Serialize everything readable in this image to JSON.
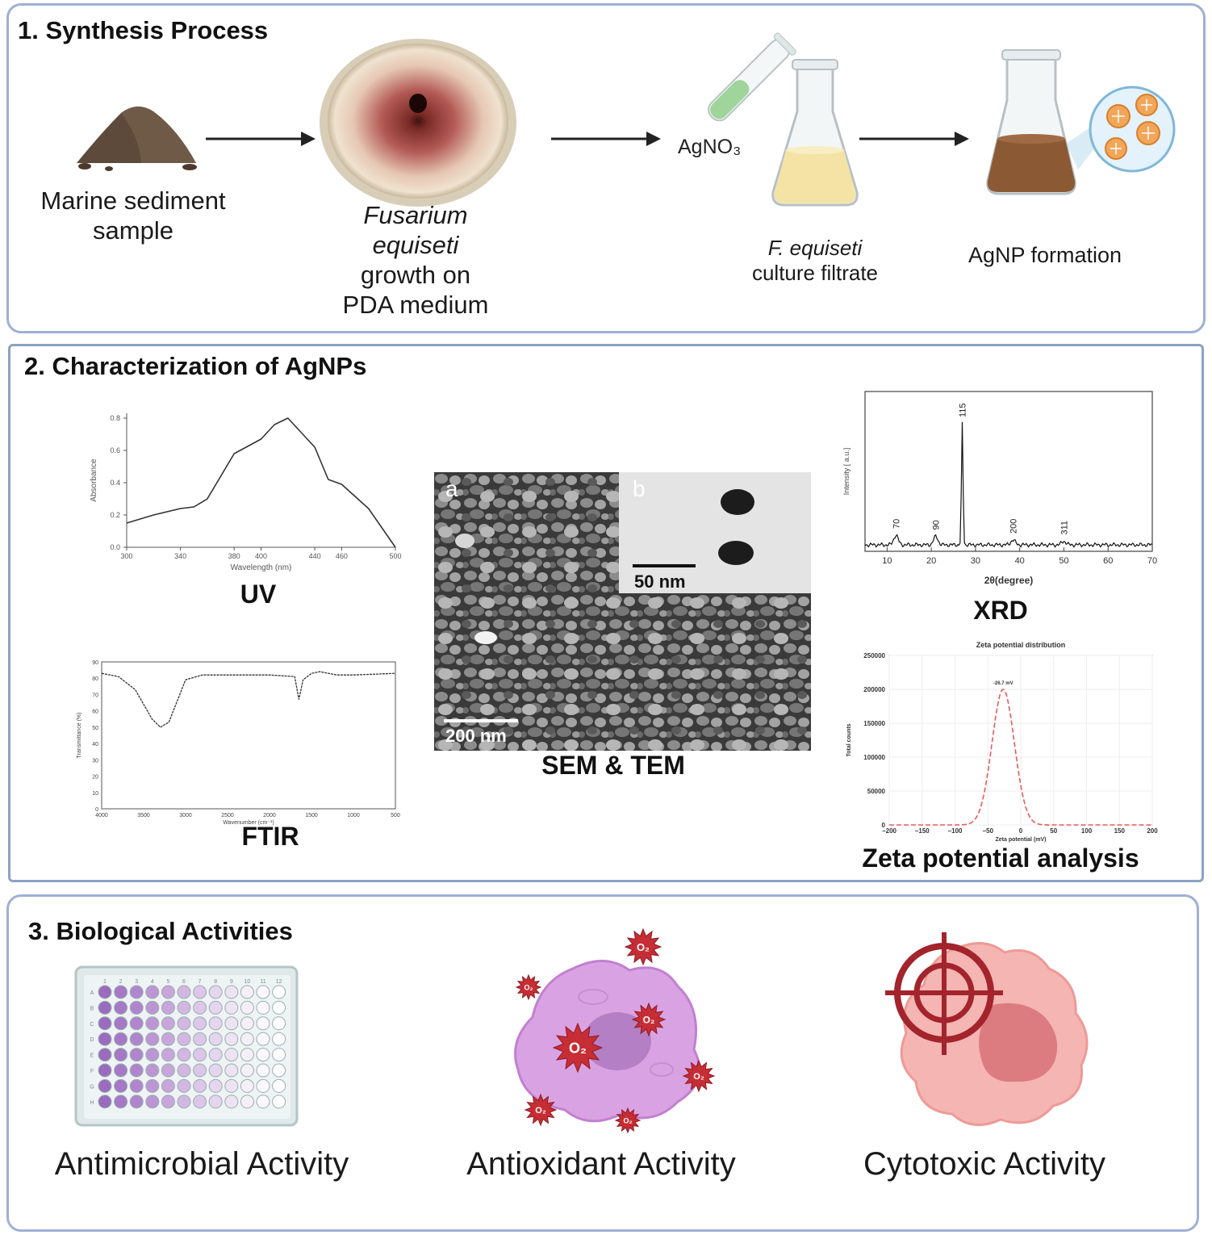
{
  "section1": {
    "title": "1.  Synthesis Process",
    "sediment_label": [
      "Marine sediment",
      "sample"
    ],
    "fungus_label": {
      "line1": "Fusarium",
      "line2": "equiseti",
      "line3": "growth on",
      "line4": "PDA medium"
    },
    "agno3": "AgNO₃",
    "filtrate_label": {
      "line1": "F. equiseti",
      "line2": "culture filtrate"
    },
    "agnp_label": "AgNP formation"
  },
  "section2": {
    "title": "2. Characterization of AgNPs",
    "uv": {
      "caption": "UV",
      "ylabel": "Absorbance",
      "xlabel": "Wavelength (nm)",
      "yticks": [
        "0.0",
        "0.2",
        "0.4",
        "0.6",
        "0.8"
      ],
      "xticks": [
        "300",
        "340",
        "380",
        "400",
        "440",
        "460",
        "500"
      ]
    },
    "ftir": {
      "caption": "FTIR",
      "ylabel": "Transmittance (%)",
      "xlabel": "Wavenumber (cm⁻¹)",
      "yticks": [
        "0",
        "10",
        "20",
        "30",
        "40",
        "50",
        "60",
        "70",
        "80",
        "90"
      ],
      "xticks": [
        "4000",
        "3500",
        "3000",
        "2500",
        "2000",
        "1500",
        "1000",
        "500"
      ]
    },
    "sem": {
      "caption": "SEM & TEM",
      "label_a": "a",
      "label_b": "b",
      "scale_tem": "50 nm",
      "scale_sem": "200 nm"
    },
    "xrd": {
      "caption": "XRD",
      "ylabel": "Intensity [ a.u.]",
      "xlabel": "2θ(degree)",
      "xticks": [
        "10",
        "20",
        "30",
        "40",
        "50",
        "60",
        "70"
      ],
      "peaks": [
        "70",
        "90",
        "115",
        "200",
        "311"
      ]
    },
    "zeta": {
      "caption": "Zeta potential analysis",
      "title": "Zeta potential distribution",
      "ylabel": "Total counts",
      "xlabel": "Zeta potential (mV)",
      "peak_label": "-26.7 mV",
      "yticks": [
        "0",
        "50000",
        "100000",
        "150000",
        "200000",
        "250000"
      ],
      "xticks": [
        "−200",
        "−150",
        "−100",
        "−50",
        "0",
        "50",
        "100",
        "150",
        "200"
      ]
    }
  },
  "section3": {
    "title": "3. Biological Activities",
    "antimicrobial": "Antimicrobial Activity",
    "antioxidant": "Antioxidant Activity",
    "cytotoxic": "Cytotoxic Activity",
    "plate_cols": [
      "1",
      "2",
      "3",
      "4",
      "5",
      "6",
      "7",
      "8",
      "9",
      "10",
      "11",
      "12"
    ],
    "plate_rows": [
      "A",
      "B",
      "C",
      "D",
      "E",
      "F",
      "G",
      "H"
    ],
    "ros_label": "O₂"
  },
  "chart_data": [
    {
      "type": "line",
      "xlabel": "Wavelength (nm)",
      "ylabel": "Absorbance",
      "xlim": [
        300,
        500
      ],
      "ylim": [
        0,
        0.8
      ],
      "x": [
        300,
        320,
        340,
        350,
        360,
        380,
        400,
        410,
        420,
        440,
        450,
        460,
        480,
        500
      ],
      "y": [
        0.15,
        0.2,
        0.24,
        0.25,
        0.3,
        0.58,
        0.67,
        0.76,
        0.8,
        0.62,
        0.42,
        0.39,
        0.24,
        0.0
      ]
    },
    {
      "type": "line",
      "xlabel": "Wavenumber (cm⁻¹)",
      "ylabel": "Transmittance (%)",
      "xlim": [
        4000,
        500
      ],
      "ylim": [
        0,
        90
      ],
      "x": [
        4000,
        3800,
        3600,
        3400,
        3300,
        3200,
        3000,
        2800,
        2500,
        2000,
        1700,
        1650,
        1600,
        1500,
        1400,
        1200,
        1000,
        500
      ],
      "y": [
        83,
        81,
        73,
        55,
        50,
        53,
        79,
        82,
        82,
        82,
        81,
        67,
        79,
        83,
        84,
        82,
        82,
        83
      ]
    },
    {
      "type": "line",
      "xlabel": "2θ(degree)",
      "ylabel": "Intensity [ a.u.]",
      "xlim": [
        5,
        70
      ],
      "peak_positions": [
        12,
        21,
        27,
        38.5,
        50
      ],
      "peak_labels": [
        "70",
        "90",
        "115",
        "200",
        "311"
      ],
      "peak_relative_intensity": [
        0.08,
        0.07,
        1.0,
        0.04,
        0.03
      ]
    },
    {
      "type": "line",
      "title": "Zeta potential distribution",
      "xlabel": "Zeta potential (mV)",
      "ylabel": "Total counts",
      "xlim": [
        -200,
        200
      ],
      "ylim": [
        0,
        250000
      ],
      "peak_x": -26.7,
      "peak_y": 200000,
      "peak_label": "-26.7 mV"
    }
  ]
}
